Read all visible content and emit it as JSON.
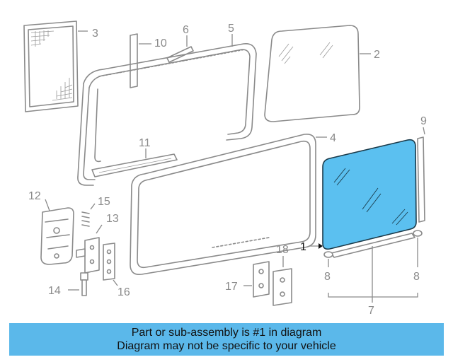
{
  "callouts": {
    "c1": "1",
    "c2": "2",
    "c3": "3",
    "c4": "4",
    "c5": "5",
    "c6": "6",
    "c7": "7",
    "c8a": "8",
    "c8b": "8",
    "c9": "9",
    "c10": "10",
    "c11": "11",
    "c12": "12",
    "c13": "13",
    "c14": "14",
    "c15": "15",
    "c16": "16",
    "c17": "17",
    "c18": "18"
  },
  "highlight": {
    "part": "1",
    "color": "#5bc0f0"
  },
  "banner": {
    "line1": "Part or sub-assembly is #1 in diagram",
    "line2": "Diagram may not be specific to your vehicle",
    "color": "#5bb8ea"
  }
}
